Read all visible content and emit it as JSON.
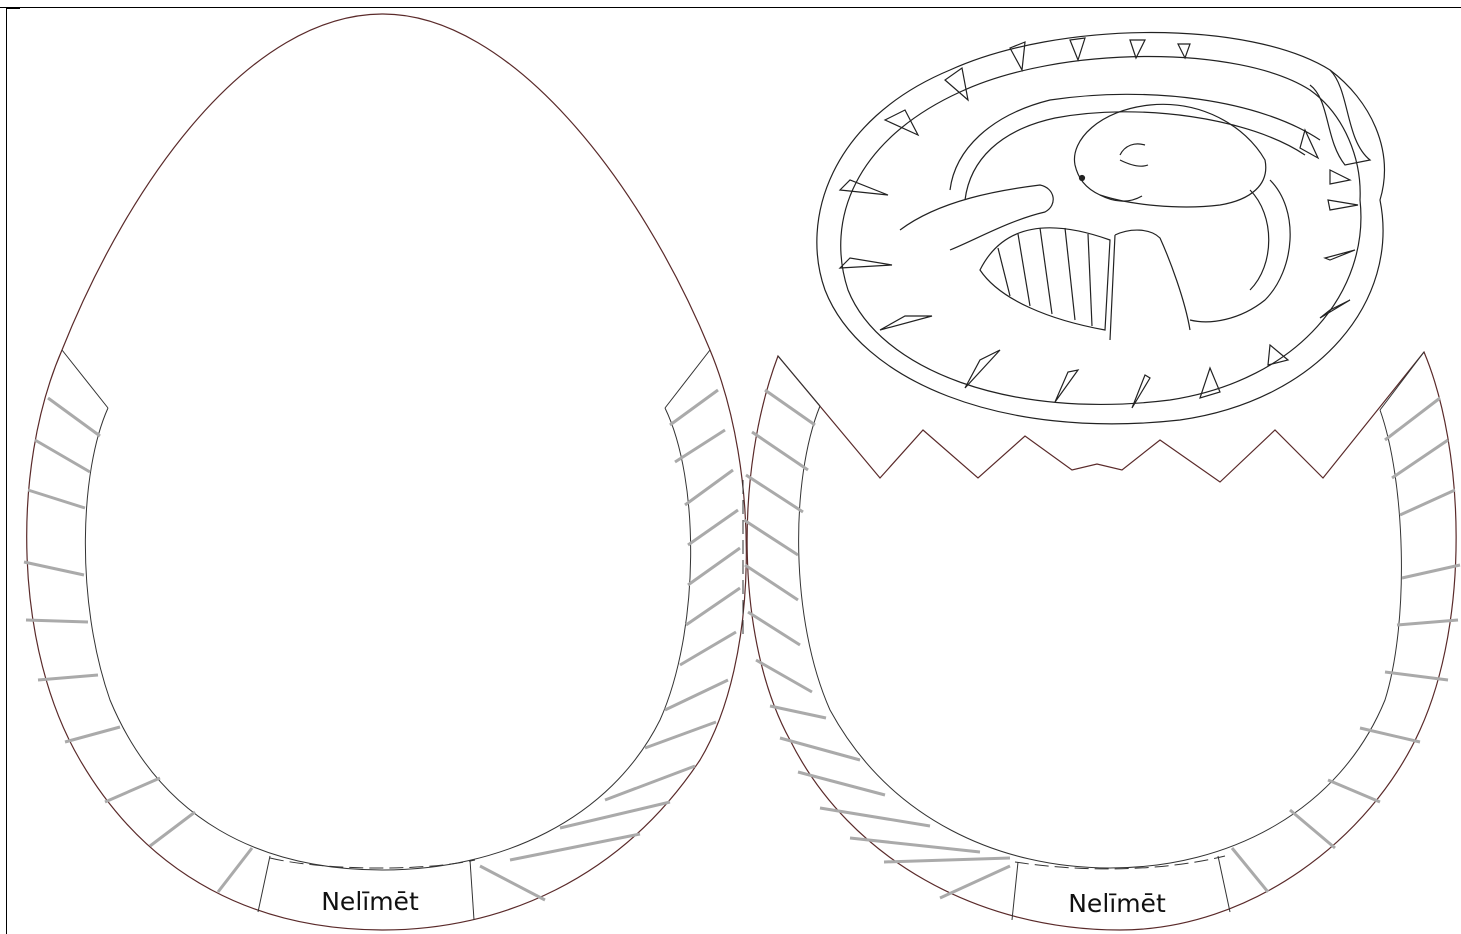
{
  "template": {
    "left_piece": {
      "glue_tab_label": "Nelīmēt"
    },
    "right_piece": {
      "glue_tab_label": "Nelīmēt"
    }
  },
  "colors": {
    "outline": "#5a2a2a",
    "fold_line": "#aaaaaa",
    "drawing": "#222222",
    "background": "#ffffff"
  },
  "icons": {
    "illustration": "baby-dinosaur-curled-in-egg-drawing"
  }
}
